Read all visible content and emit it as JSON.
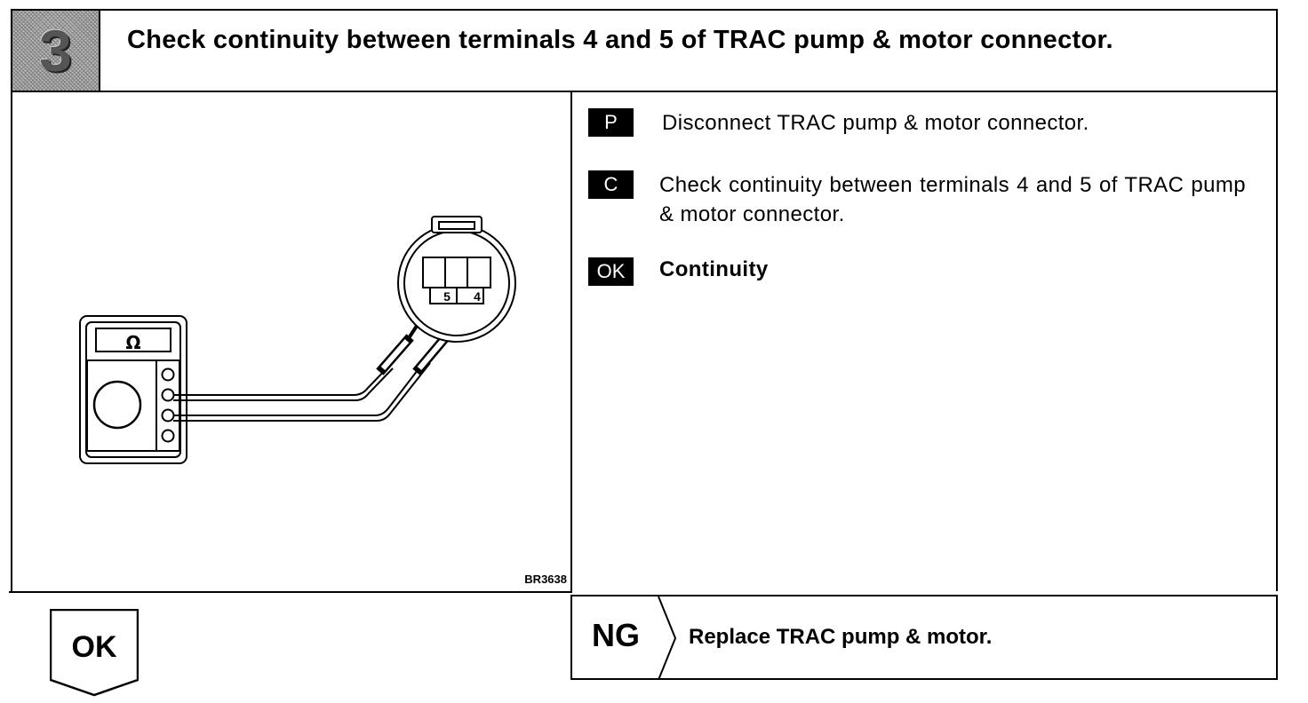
{
  "step": {
    "number": "3",
    "title": "Check continuity between terminals 4 and 5 of TRAC pump & motor connector."
  },
  "illustration": {
    "meter_symbol": "Ω",
    "terminal_a": "5",
    "terminal_b": "4",
    "figure_code": "BR3638"
  },
  "instructions": [
    {
      "tag": "P",
      "text": "Disconnect TRAC pump & motor connector."
    },
    {
      "tag": "C",
      "text": "Check continuity between terminals 4 and 5 of TRAC pump & motor connector."
    },
    {
      "tag": "OK",
      "text": "Continuity"
    }
  ],
  "results": {
    "ok_label": "OK",
    "ng_label": "NG",
    "ng_action": "Replace TRAC pump & motor."
  }
}
